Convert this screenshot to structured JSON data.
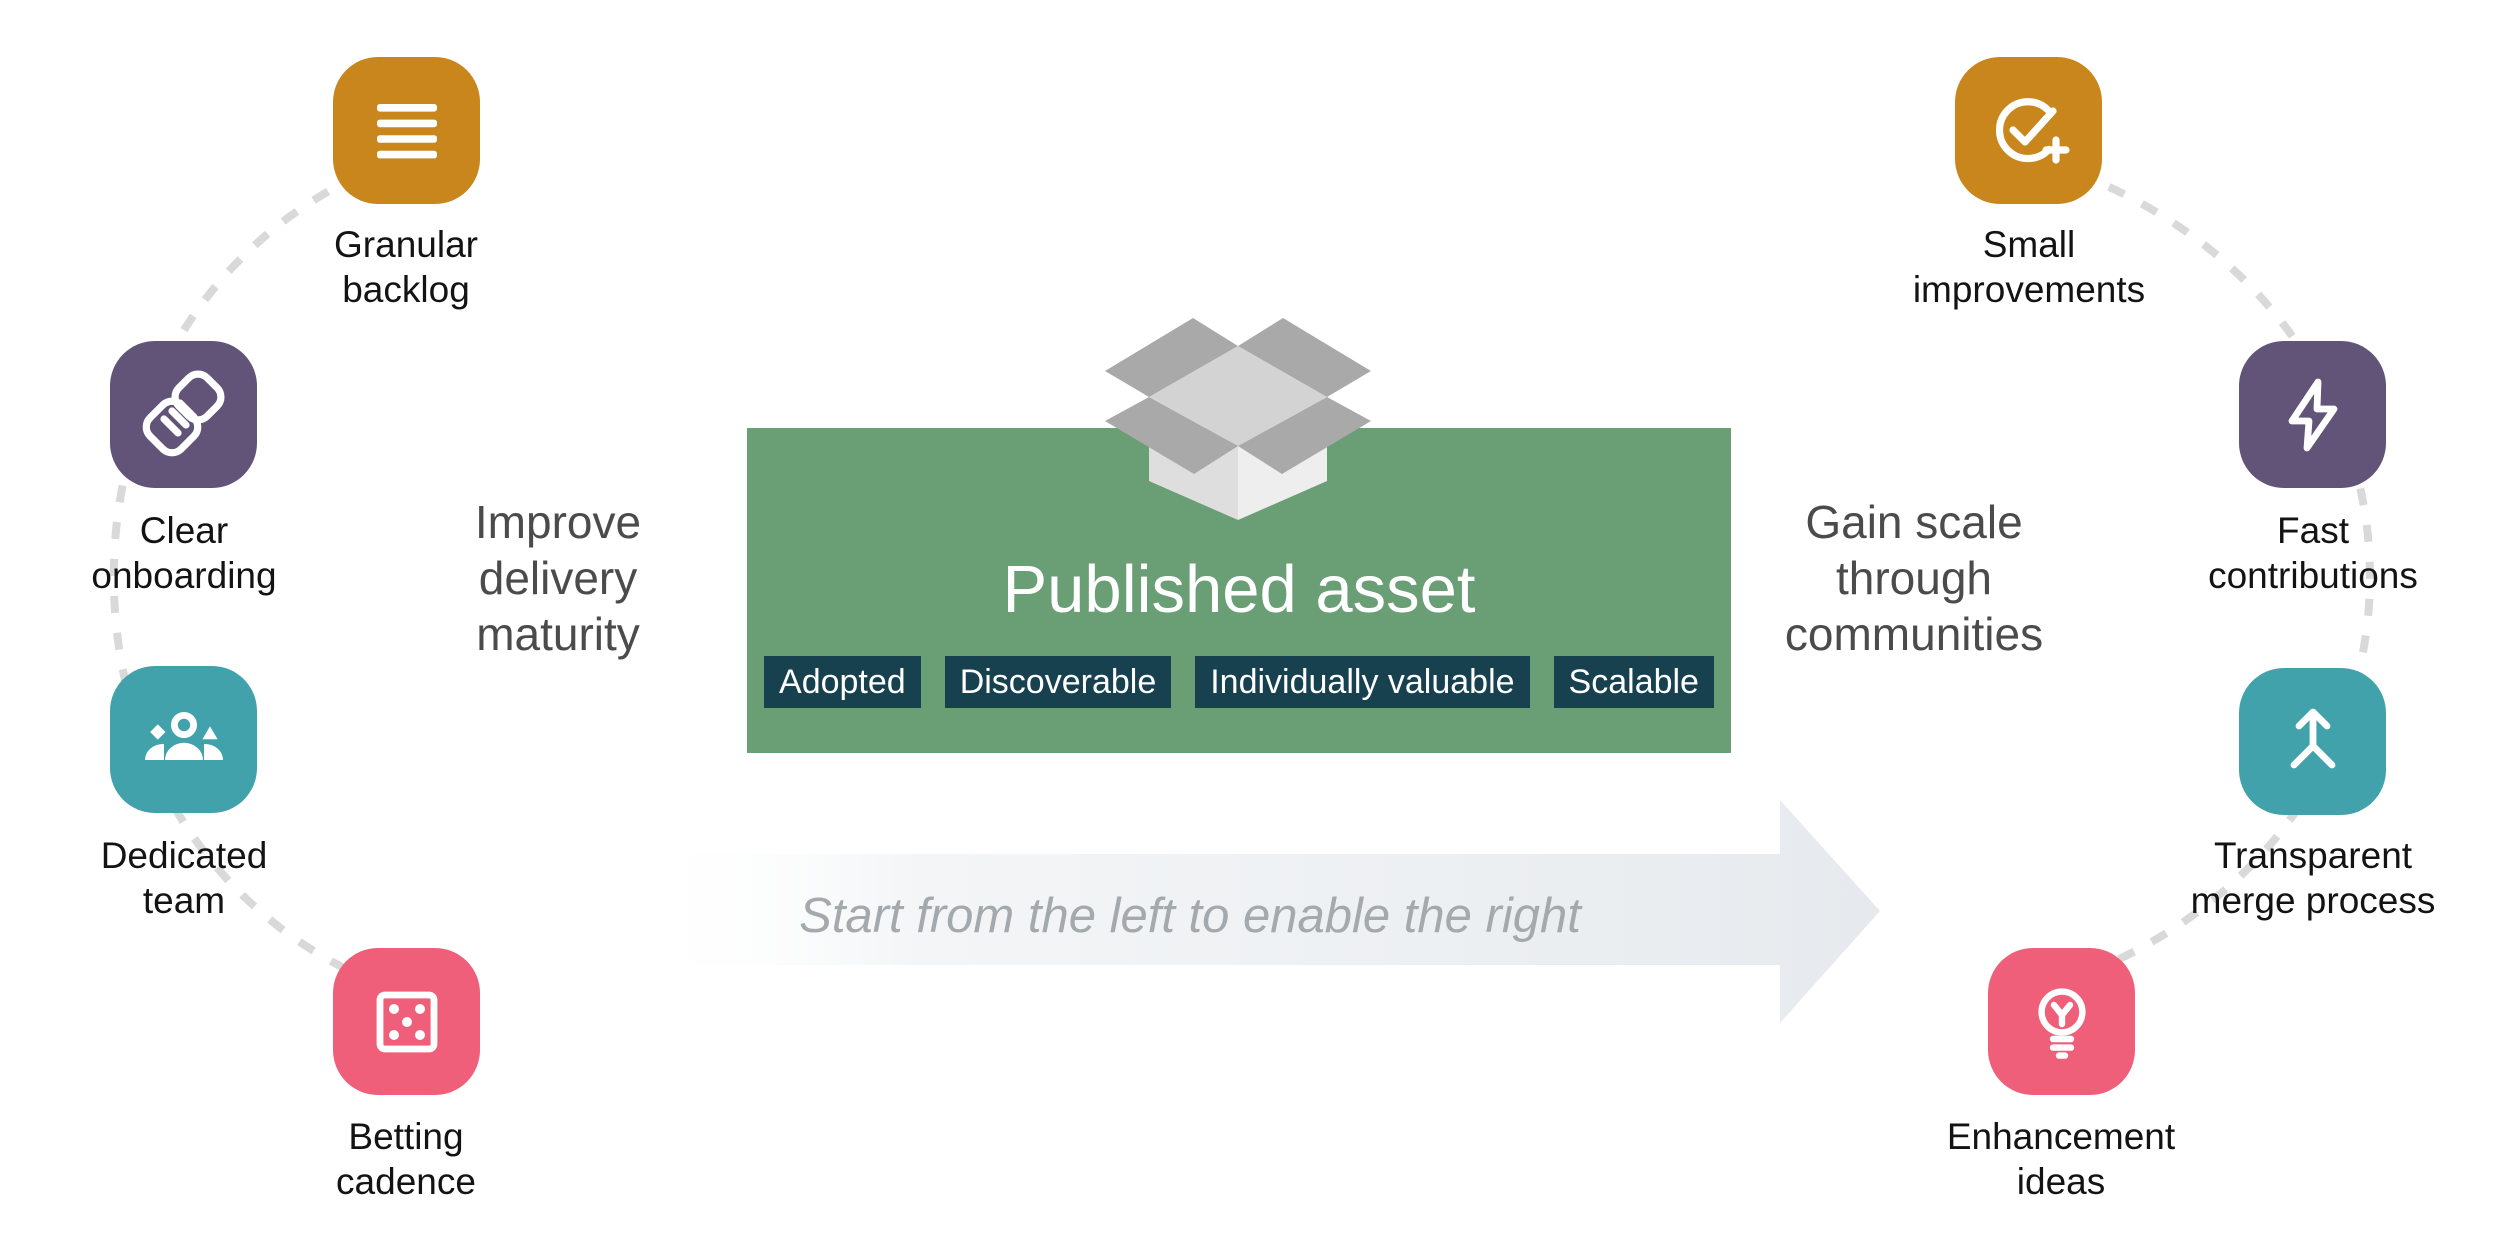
{
  "center": {
    "title": "Published asset",
    "badges": [
      "Adopted",
      "Discoverable",
      "Individually valuable",
      "Scalable"
    ],
    "arrow_text": "Start from the left to enable the right",
    "box_icon": "open-box-icon"
  },
  "left_group": {
    "heading": "Improve delivery maturity",
    "items": [
      {
        "label": "Granular backlog",
        "icon": "list-icon",
        "color": "#c8861c"
      },
      {
        "label": "Clear onboarding",
        "icon": "handshake-icon",
        "color": "#615478"
      },
      {
        "label": "Dedicated team",
        "icon": "team-icon",
        "color": "#42a2ac"
      },
      {
        "label": "Betting cadence",
        "icon": "dice-icon",
        "color": "#ef5f79"
      }
    ]
  },
  "right_group": {
    "heading": "Gain scale through communities",
    "items": [
      {
        "label": "Small improvements",
        "icon": "check-plus-icon",
        "color": "#c8861c"
      },
      {
        "label": "Fast contributions",
        "icon": "lightning-icon",
        "color": "#615478"
      },
      {
        "label": "Transparent merge process",
        "icon": "merge-icon",
        "color": "#42a2ac"
      },
      {
        "label": "Enhancement ideas",
        "icon": "lightbulb-icon",
        "color": "#ef5f79"
      }
    ]
  },
  "colors": {
    "card_green": "#6a9e75",
    "badge_navy": "#17414f",
    "tile_orange": "#c8861c",
    "tile_purple": "#615478",
    "tile_teal": "#42a2ac",
    "tile_pink": "#ef5f79",
    "dash_gray": "#d9d9d9",
    "heading_gray": "#4b4b4b",
    "arrow_fill": "#e6eaee",
    "arrow_text_gray": "#a3a9ad"
  }
}
